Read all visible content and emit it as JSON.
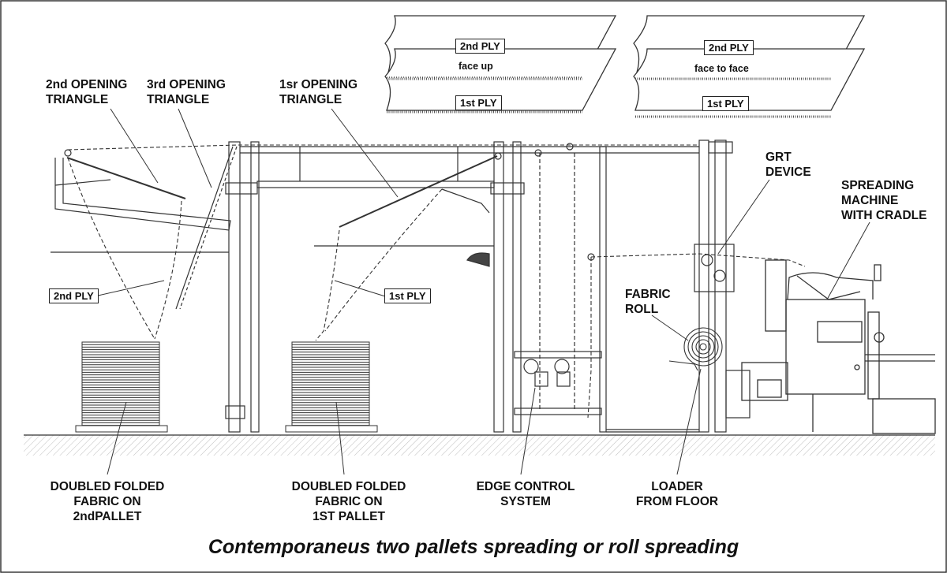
{
  "labels": {
    "opening_triangle_2": [
      "2nd OPENING",
      "TRIANGLE"
    ],
    "opening_triangle_3": [
      "3rd OPENING",
      "TRIANGLE"
    ],
    "opening_triangle_1": [
      "1sr OPENING",
      "TRIANGLE"
    ],
    "grt_device": [
      "GRT",
      "DEVICE"
    ],
    "spreading_machine": [
      "SPREADING",
      "MACHINE",
      "WITH CRADLE"
    ],
    "fabric_roll": [
      "FABRIC",
      "ROLL"
    ],
    "pallet_2": [
      "DOUBLED FOLDED",
      "FABRIC ON",
      "2ndPALLET"
    ],
    "pallet_1": [
      "DOUBLED FOLDED",
      "FABRIC ON",
      "1ST PALLET"
    ],
    "edge_control": [
      "EDGE CONTROL",
      "SYSTEM"
    ],
    "loader": [
      "LOADER",
      "FROM FLOOR"
    ]
  },
  "ply_tags": {
    "ply2_left": "2nd PLY",
    "ply1_left": "1st PLY"
  },
  "insets": {
    "face_up": {
      "top_ply": "2nd PLY",
      "mode": "face up",
      "bottom_ply": "1st PLY"
    },
    "face_to_face": {
      "top_ply": "2nd PLY",
      "mode": "face to face",
      "bottom_ply": "1st PLY"
    }
  },
  "caption": "Contemporaneus two pallets spreading or roll spreading"
}
